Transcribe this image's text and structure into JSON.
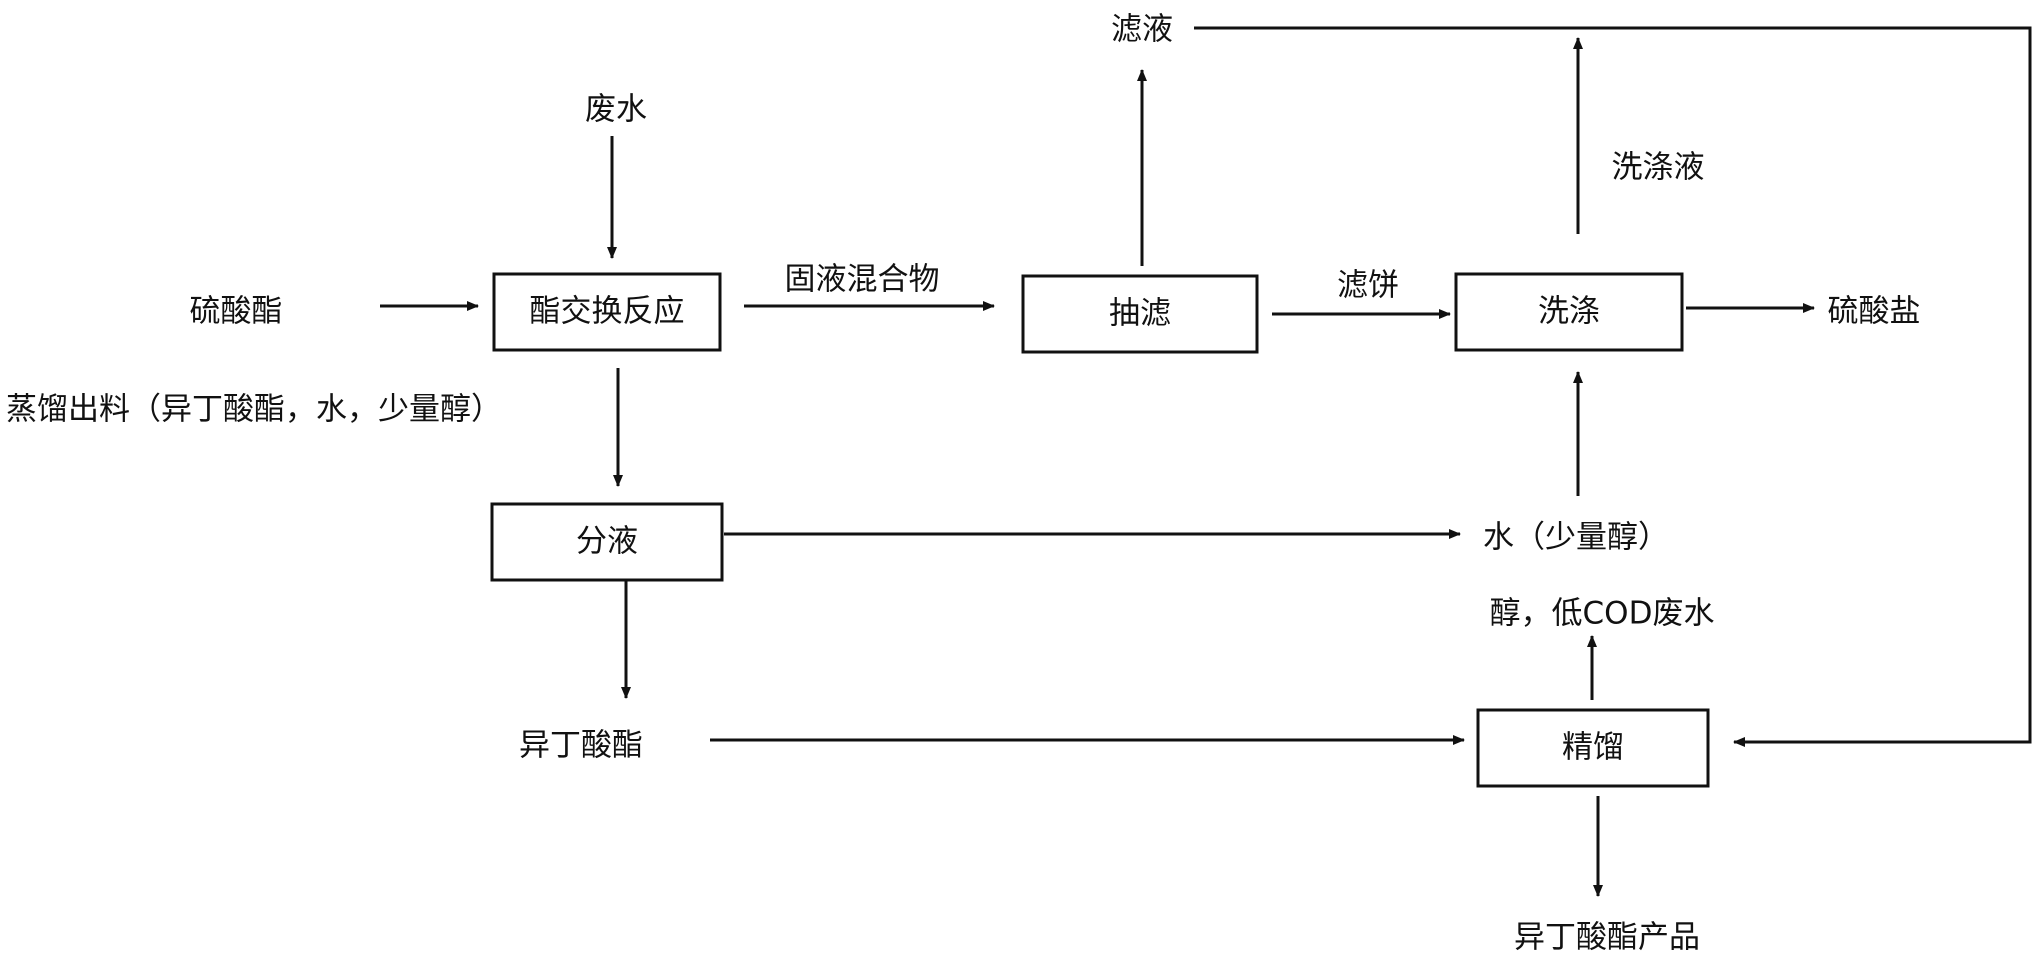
{
  "colors": {
    "line": "#111111",
    "background": "#ffffff",
    "text": "#111111"
  },
  "boxes": {
    "transesterification": "酯交换反应",
    "suction_filtration": "抽滤",
    "washing": "洗涤",
    "liquid_separation": "分液",
    "rectification": "精馏"
  },
  "labels": {
    "wastewater": "废水",
    "sulfate_ester": "硫酸酯",
    "solid_liquid_mixture": "固液混合物",
    "filtrate": "滤液",
    "filter_cake": "滤饼",
    "washing_liquid": "洗涤液",
    "sulfate_salt": "硫酸盐",
    "distillation_output": "蒸馏出料（异丁酸酯，水，少量醇）",
    "water_alcohol": "水（少量醇）",
    "alcohol_low_cod": "醇，低COD废水",
    "isobutyrate": "异丁酸酯",
    "isobutyrate_product": "异丁酸酯产品"
  }
}
